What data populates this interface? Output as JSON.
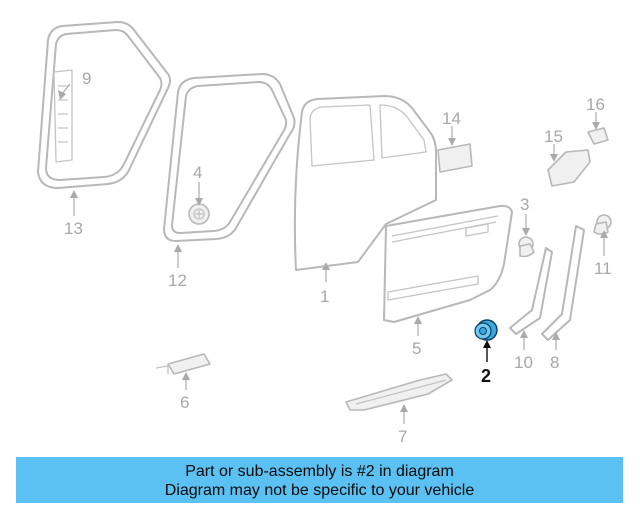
{
  "diagram": {
    "callouts": [
      {
        "label": "1"
      },
      {
        "label": "2"
      },
      {
        "label": "3"
      },
      {
        "label": "4"
      },
      {
        "label": "5"
      },
      {
        "label": "6"
      },
      {
        "label": "7"
      },
      {
        "label": "8"
      },
      {
        "label": "9"
      },
      {
        "label": "10"
      },
      {
        "label": "11"
      },
      {
        "label": "12"
      },
      {
        "label": "13"
      },
      {
        "label": "14"
      },
      {
        "label": "15"
      },
      {
        "label": "16"
      }
    ],
    "highlighted_part": "2",
    "colors": {
      "banner": "#5bc0f2",
      "highlight_part": "#3aa8e0",
      "line_art": "#b8b8b8"
    }
  },
  "banner": {
    "line1": "Part or sub-assembly is #2 in diagram",
    "line2": "Diagram may not be specific to your vehicle"
  }
}
